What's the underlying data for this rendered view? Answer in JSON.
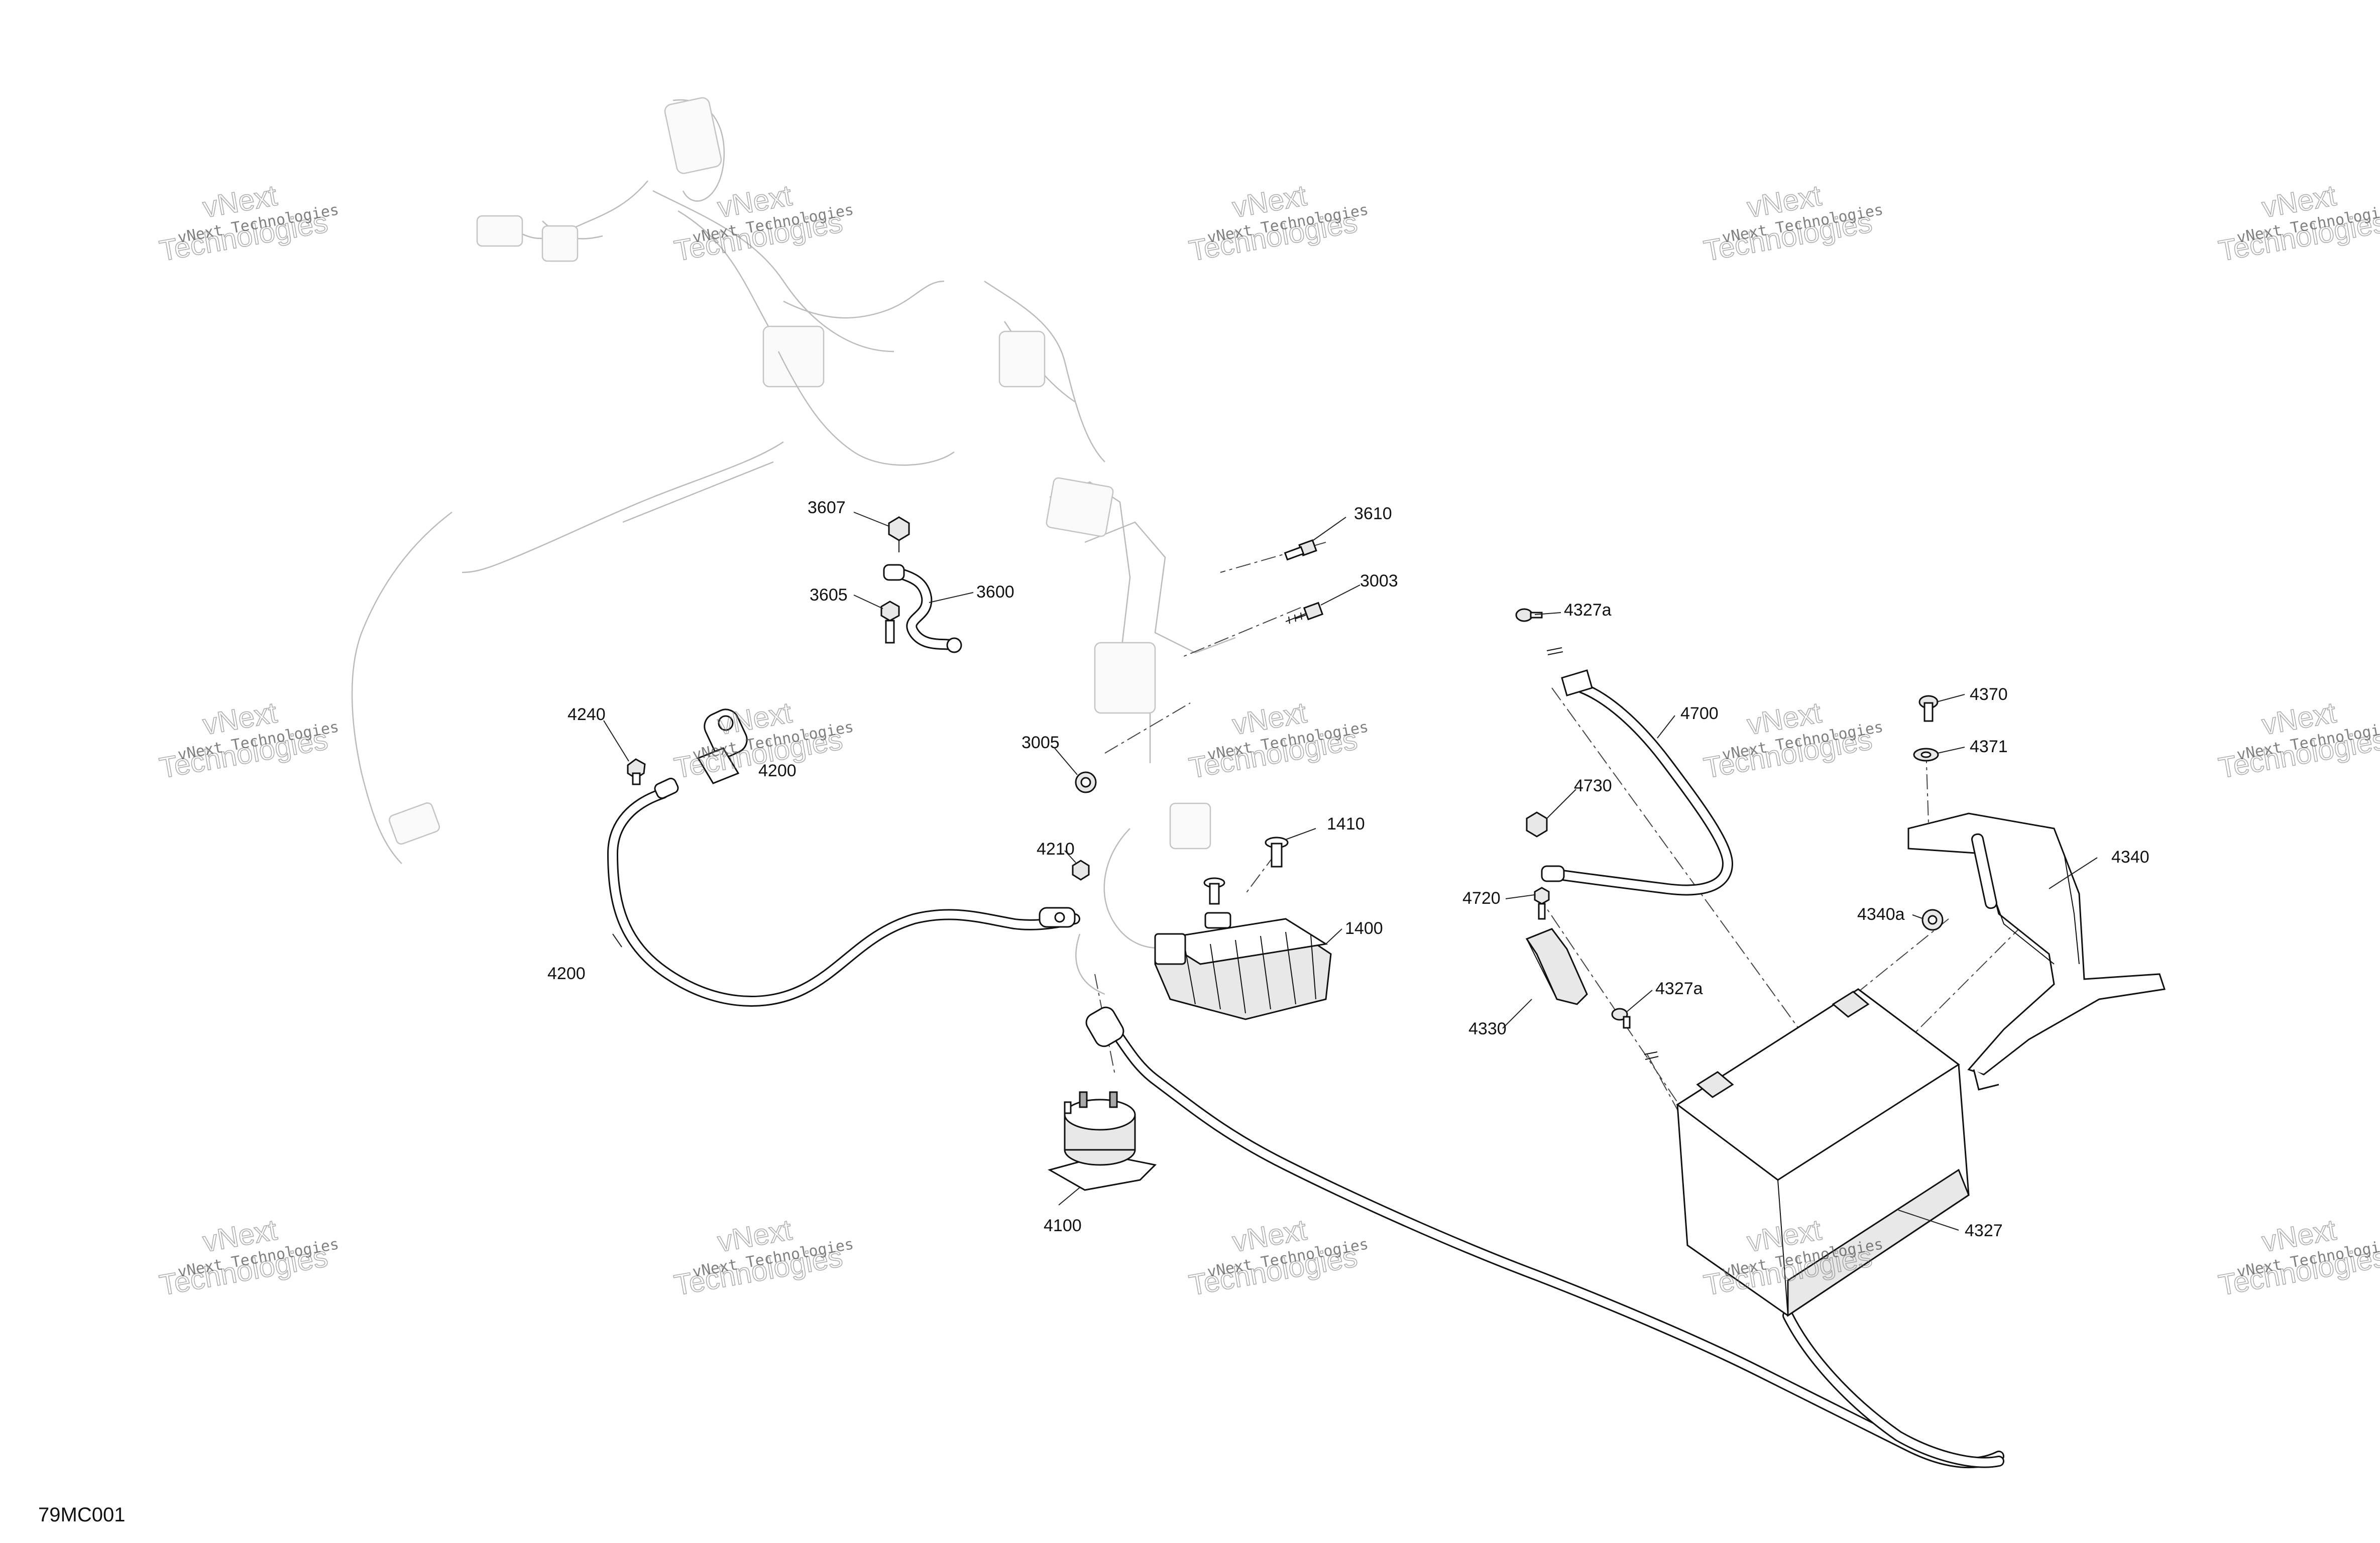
{
  "diagram": {
    "reference_code": "79MC001",
    "watermark": {
      "line1": "vNext Technologies",
      "line2": "vNext",
      "line3": "Technologies"
    },
    "parts": [
      {
        "id": "p3607",
        "label": "3607"
      },
      {
        "id": "p3605",
        "label": "3605"
      },
      {
        "id": "p3600",
        "label": "3600"
      },
      {
        "id": "p3610",
        "label": "3610"
      },
      {
        "id": "p3003",
        "label": "3003"
      },
      {
        "id": "p3005",
        "label": "3005"
      },
      {
        "id": "p4240",
        "label": "4240"
      },
      {
        "id": "p4200b",
        "label": "4200"
      },
      {
        "id": "p4200",
        "label": "4200"
      },
      {
        "id": "p4210",
        "label": "4210"
      },
      {
        "id": "p1410",
        "label": "1410"
      },
      {
        "id": "p1400",
        "label": "1400"
      },
      {
        "id": "p4100",
        "label": "4100"
      },
      {
        "id": "p4327a_top",
        "label": "4327a"
      },
      {
        "id": "p4700",
        "label": "4700"
      },
      {
        "id": "p4730",
        "label": "4730"
      },
      {
        "id": "p4720",
        "label": "4720"
      },
      {
        "id": "p4330",
        "label": "4330"
      },
      {
        "id": "p4327a_mid",
        "label": "4327a"
      },
      {
        "id": "p4327",
        "label": "4327"
      },
      {
        "id": "p4370",
        "label": "4370"
      },
      {
        "id": "p4371",
        "label": "4371"
      },
      {
        "id": "p4340",
        "label": "4340"
      },
      {
        "id": "p4340a",
        "label": "4340a"
      }
    ]
  }
}
